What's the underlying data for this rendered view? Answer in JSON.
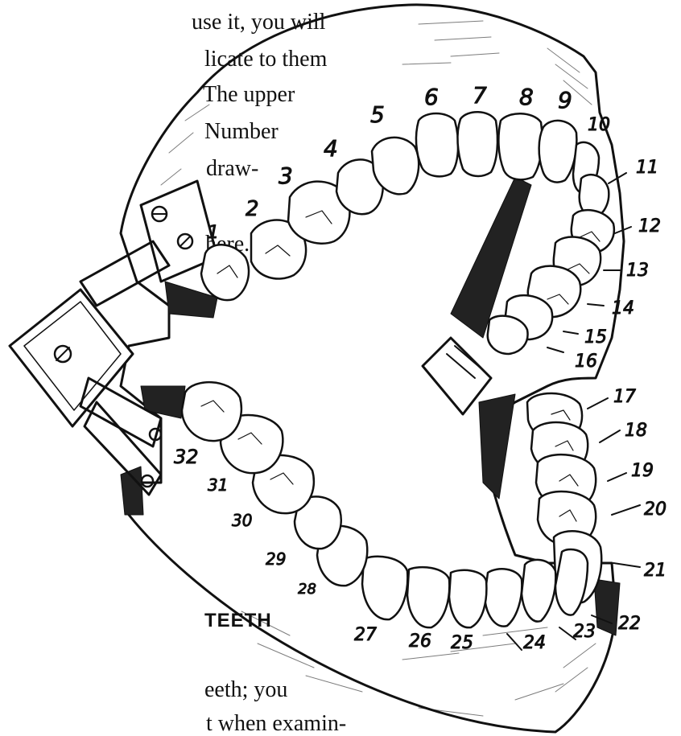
{
  "text_top": [
    "use it, you will",
    "licate to them",
    "The upper",
    "Number",
    "draw-",
    "here."
  ],
  "heading": "TEETH",
  "text_bottom": [
    "eeth; you",
    "t when examin-"
  ],
  "tooth_labels": [
    "1",
    "2",
    "3",
    "4",
    "5",
    "6",
    "7",
    "8",
    "9",
    "10",
    "11",
    "12",
    "13",
    "14",
    "15",
    "16",
    "17",
    "18",
    "19",
    "20",
    "21",
    "22",
    "23",
    "24",
    "25",
    "26",
    "27",
    "28",
    "29",
    "30",
    "31",
    "32"
  ]
}
